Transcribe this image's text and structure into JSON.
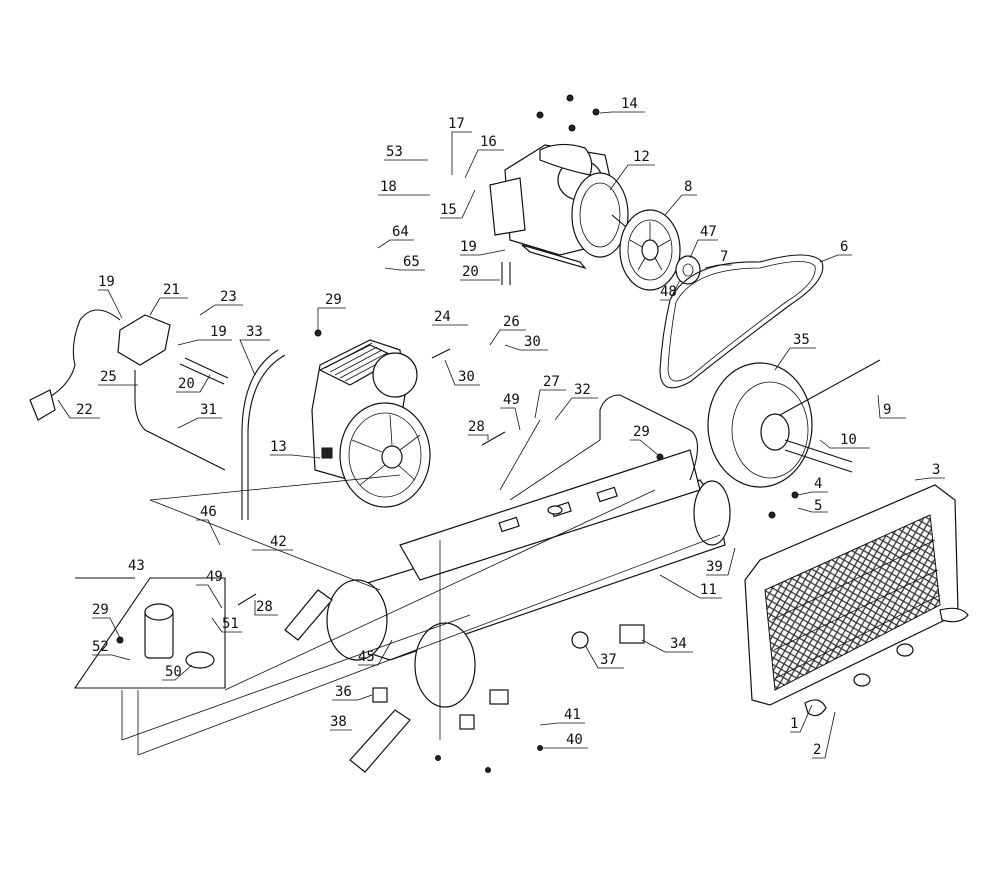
{
  "diagram": {
    "callouts": [
      {
        "id": "c1",
        "text": "1"
      },
      {
        "id": "c2",
        "text": "2"
      },
      {
        "id": "c3",
        "text": "3"
      },
      {
        "id": "c4",
        "text": "4"
      },
      {
        "id": "c5",
        "text": "5"
      },
      {
        "id": "c6",
        "text": "6"
      },
      {
        "id": "c7",
        "text": "7"
      },
      {
        "id": "c8",
        "text": "8"
      },
      {
        "id": "c9",
        "text": "9"
      },
      {
        "id": "c10",
        "text": "10"
      },
      {
        "id": "c11",
        "text": "11"
      },
      {
        "id": "c12",
        "text": "12"
      },
      {
        "id": "c13",
        "text": "13"
      },
      {
        "id": "c14",
        "text": "14"
      },
      {
        "id": "c15",
        "text": "15"
      },
      {
        "id": "c16",
        "text": "16"
      },
      {
        "id": "c17",
        "text": "17"
      },
      {
        "id": "c18",
        "text": "18"
      },
      {
        "id": "c19a",
        "text": "19"
      },
      {
        "id": "c19b",
        "text": "19"
      },
      {
        "id": "c19c",
        "text": "19"
      },
      {
        "id": "c20a",
        "text": "20"
      },
      {
        "id": "c20b",
        "text": "20"
      },
      {
        "id": "c21",
        "text": "21"
      },
      {
        "id": "c22",
        "text": "22"
      },
      {
        "id": "c23",
        "text": "23"
      },
      {
        "id": "c24",
        "text": "24"
      },
      {
        "id": "c25",
        "text": "25"
      },
      {
        "id": "c26",
        "text": "26"
      },
      {
        "id": "c27",
        "text": "27"
      },
      {
        "id": "c28a",
        "text": "28"
      },
      {
        "id": "c28b",
        "text": "28"
      },
      {
        "id": "c29a",
        "text": "29"
      },
      {
        "id": "c29b",
        "text": "29"
      },
      {
        "id": "c29c",
        "text": "29"
      },
      {
        "id": "c30a",
        "text": "30"
      },
      {
        "id": "c30b",
        "text": "30"
      },
      {
        "id": "c31",
        "text": "31"
      },
      {
        "id": "c32",
        "text": "32"
      },
      {
        "id": "c33",
        "text": "33"
      },
      {
        "id": "c34",
        "text": "34"
      },
      {
        "id": "c35",
        "text": "35"
      },
      {
        "id": "c36",
        "text": "36"
      },
      {
        "id": "c37",
        "text": "37"
      },
      {
        "id": "c38",
        "text": "38"
      },
      {
        "id": "c39",
        "text": "39"
      },
      {
        "id": "c40",
        "text": "40"
      },
      {
        "id": "c41",
        "text": "41"
      },
      {
        "id": "c42",
        "text": "42"
      },
      {
        "id": "c43",
        "text": "43"
      },
      {
        "id": "c45",
        "text": "45"
      },
      {
        "id": "c46",
        "text": "46"
      },
      {
        "id": "c47",
        "text": "47"
      },
      {
        "id": "c48",
        "text": "48"
      },
      {
        "id": "c49a",
        "text": "49"
      },
      {
        "id": "c49b",
        "text": "49"
      },
      {
        "id": "c50",
        "text": "50"
      },
      {
        "id": "c51",
        "text": "51"
      },
      {
        "id": "c52",
        "text": "52"
      },
      {
        "id": "c53",
        "text": "53"
      },
      {
        "id": "c64",
        "text": "64"
      },
      {
        "id": "c65",
        "text": "65"
      }
    ]
  }
}
